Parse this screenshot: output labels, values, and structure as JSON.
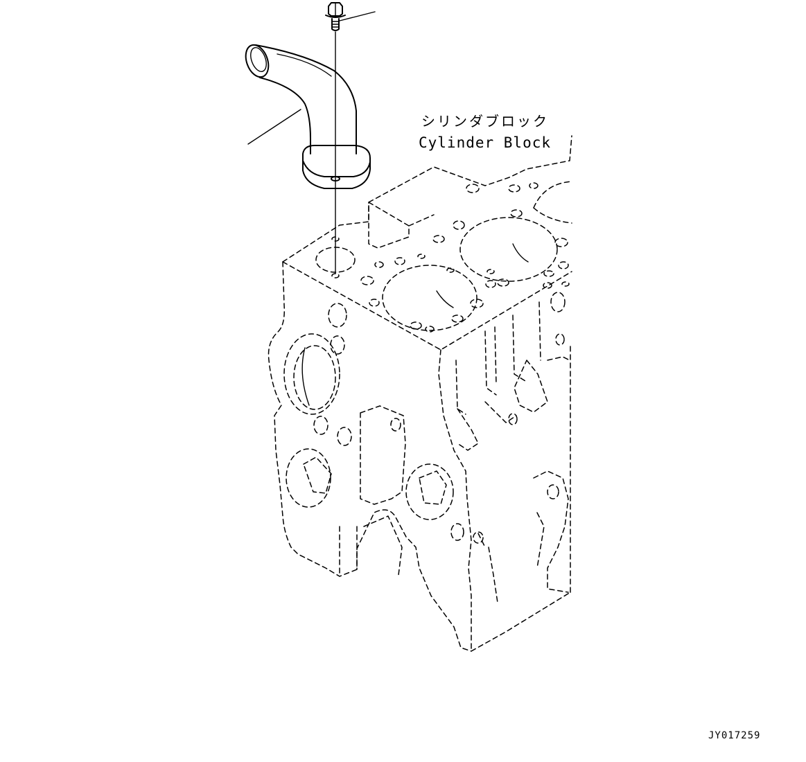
{
  "labels": {
    "jp": "シリンダブロック",
    "en": "Cylinder Block"
  },
  "drawing_code": "JY017259",
  "parts": [
    {
      "name": "bolt"
    },
    {
      "name": "water-outlet-elbow"
    },
    {
      "name": "cylinder-block"
    }
  ]
}
